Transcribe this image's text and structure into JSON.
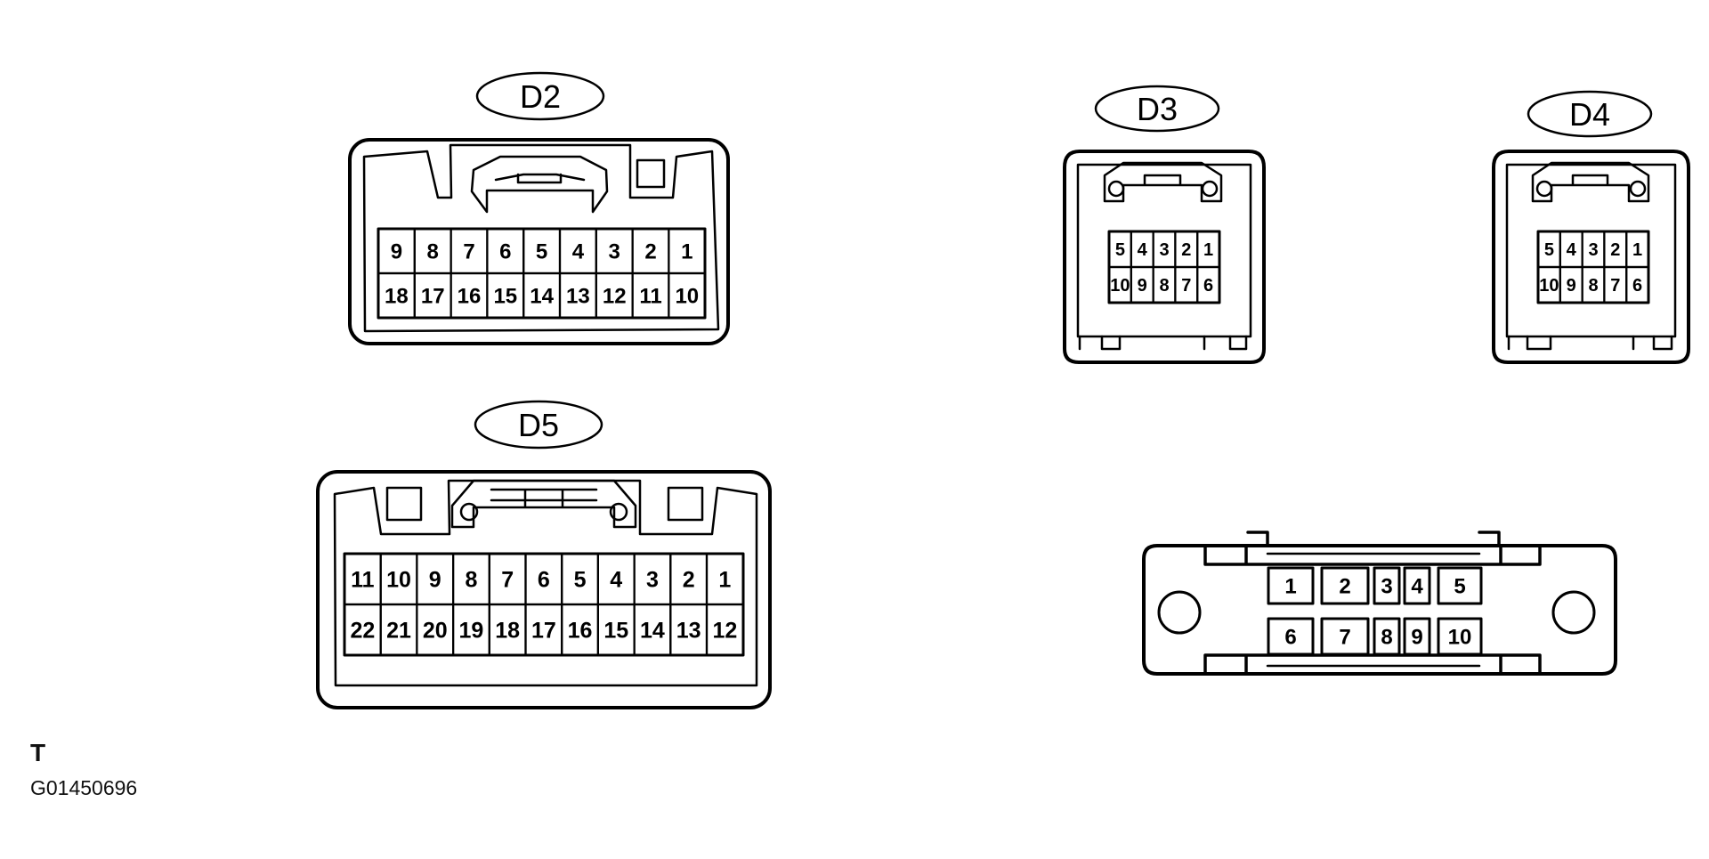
{
  "connectors": [
    {
      "id": "d2",
      "label": "D2",
      "rows": [
        [
          "9",
          "8",
          "7",
          "6",
          "5",
          "4",
          "3",
          "2",
          "1"
        ],
        [
          "18",
          "17",
          "16",
          "15",
          "14",
          "13",
          "12",
          "11",
          "10"
        ]
      ]
    },
    {
      "id": "d3",
      "label": "D3",
      "rows": [
        [
          "5",
          "4",
          "3",
          "2",
          "1"
        ],
        [
          "10",
          "9",
          "8",
          "7",
          "6"
        ]
      ]
    },
    {
      "id": "d4",
      "label": "D4",
      "rows": [
        [
          "5",
          "4",
          "3",
          "2",
          "1"
        ],
        [
          "10",
          "9",
          "8",
          "7",
          "6"
        ]
      ]
    },
    {
      "id": "d5",
      "label": "D5",
      "rows": [
        [
          "11",
          "10",
          "9",
          "8",
          "7",
          "6",
          "5",
          "4",
          "3",
          "2",
          "1"
        ],
        [
          "22",
          "21",
          "20",
          "19",
          "18",
          "17",
          "16",
          "15",
          "14",
          "13",
          "12"
        ]
      ]
    },
    {
      "id": "unlabeled",
      "label": "",
      "rows": [
        [
          "1",
          "2",
          "3",
          "4",
          "5"
        ],
        [
          "6",
          "7",
          "8",
          "9",
          "10"
        ]
      ]
    }
  ],
  "caption": {
    "code": "T",
    "reference": "G01450696"
  }
}
